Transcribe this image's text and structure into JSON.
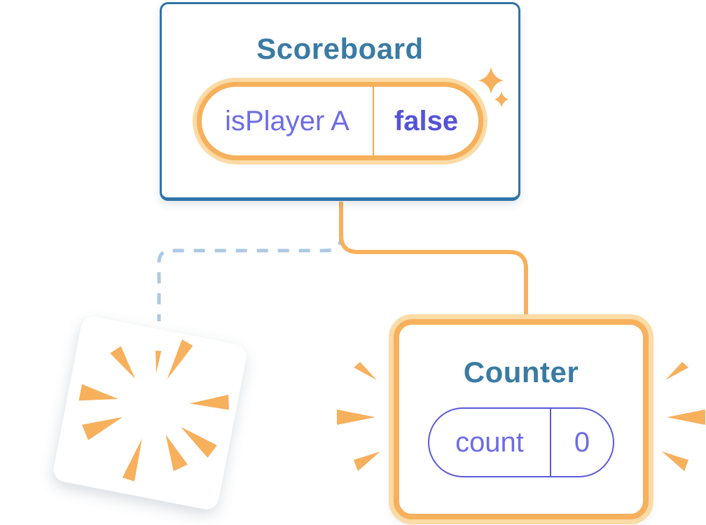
{
  "scoreboard": {
    "title": "Scoreboard",
    "state": {
      "name": "isPlayer A",
      "value": "false"
    }
  },
  "counter": {
    "title": "Counter",
    "state": {
      "name": "count",
      "value": "0"
    }
  },
  "icons": {
    "sparkles": "sparkles-icon",
    "poof": "poof-burst-icon",
    "emphasis_left": "emphasis-rays-left-icon",
    "emphasis_right": "emphasis-rays-right-icon"
  },
  "colors": {
    "background": "#ffffff",
    "card-border-blue": "#2e74a8",
    "title-blue": "#3a7ba3",
    "accent-orange": "#f7b05c",
    "orange-light": "#fbdba6",
    "orange-divider": "#f2a74e",
    "state-name-indigo": "#6c6ce5",
    "state-value-indigo": "#5552d9",
    "counter-pill-indigo": "#5a5adb",
    "dash-blue": "#abc9e3"
  }
}
